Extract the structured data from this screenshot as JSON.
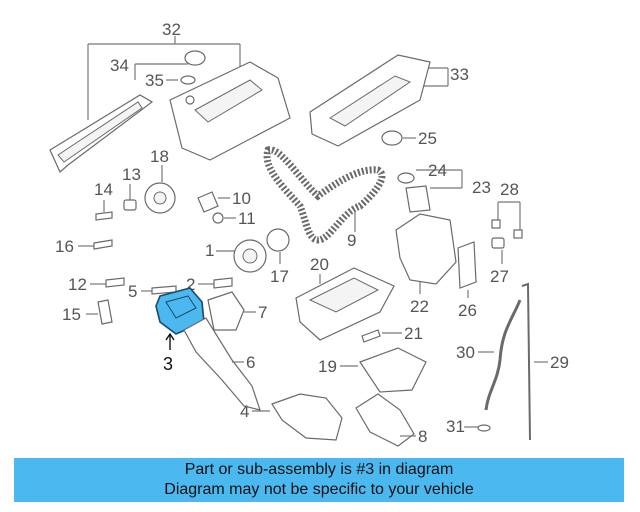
{
  "labels": {
    "l1": "1",
    "l2": "2",
    "l3": "3",
    "l4": "4",
    "l5": "5",
    "l6": "6",
    "l7": "7",
    "l8": "8",
    "l9": "9",
    "l10": "10",
    "l11": "11",
    "l12": "12",
    "l13": "13",
    "l14": "14",
    "l15": "15",
    "l16": "16",
    "l17": "17",
    "l18": "18",
    "l19": "19",
    "l20": "20",
    "l21": "21",
    "l22": "22",
    "l23": "23",
    "l24": "24",
    "l25": "25",
    "l26": "26",
    "l27": "27",
    "l28": "28",
    "l29": "29",
    "l30": "30",
    "l31": "31",
    "l32": "32",
    "l33": "33",
    "l34": "34",
    "l35": "35"
  },
  "banner": {
    "line1": "Part or sub-assembly is #3 in diagram",
    "line2": "Diagram may not be specific to your vehicle"
  },
  "colors": {
    "highlight": "#4cb8f0",
    "banner_bg": "#4cb8f0"
  }
}
